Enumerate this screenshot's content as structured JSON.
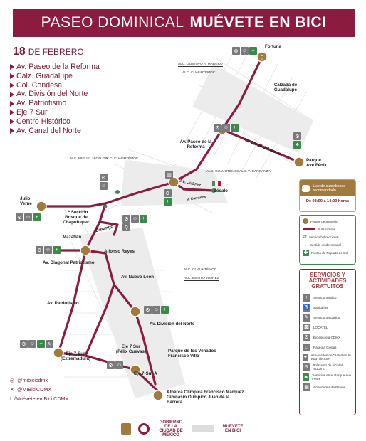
{
  "banner": {
    "title_left": "PASEO DOMINICAL",
    "title_right": "MUÉVETE EN BICI"
  },
  "date": {
    "day": "18",
    "month": "DE FEBRERO"
  },
  "routes": [
    "Av. Paseo de la Reforma",
    "Calz. Guadalupe",
    "Col. Condesa",
    "Av. División del Norte",
    "Av. Patriotismo",
    "Eje 7 Sur",
    "Centro Histórico",
    "Av. Canal del Norte"
  ],
  "map_labels": {
    "fortuna": "Fortuna",
    "calzada": "Calzada de Guadalupe",
    "reforma": "Av. Paseo de la Reforma",
    "canal": "Av. Canal del Norte",
    "parque_fenix": "Parque Ave Fénix",
    "juarez": "Av. Juárez",
    "zocalo": "Zócalo",
    "carranza": "V. Carranza",
    "julio_verne": "Julio Verne",
    "chapultepec": "1.ª Sección Bosque de Chapultepec",
    "durango": "Durango",
    "mazatlan": "Mazatlán",
    "alfonso": "Alfonso Reyes",
    "diagonal": "Av. Diagonal Patriotismo",
    "nuevo_leon": "Av. Nuevo León",
    "patriotismo": "Av. Patriotismo",
    "division": "Av. División del Norte",
    "eje7": "Eje 7 Sur (Félix Cuevas)",
    "eje7_ext": "Eje 7-Sur (Extremadura)",
    "venados": "Parque de los Venados Francisco Villa",
    "eje7_a": "Eje 7-Sur A",
    "alberca": "Alberca Olímpica Francisco Márquez Gimnasio Olímpico Juan de la Barrera"
  },
  "alcaldias": {
    "madero": "ALC. GUSTAVO A. MADERO",
    "cuauh1": "ALC. CUAUHTÉMOC",
    "hidalgo": "ALC. MIGUEL HIDALGO",
    "cuauh2": "ALC. CUAUHTÉMOC",
    "cuauh3": "ALC. CUAUHTÉMOC",
    "vcarranza": "ALC. V. CARRANZA",
    "cuauh4": "ALC. CUAUHTÉMOC",
    "benito": "ALC. BENITO JUÁREZ"
  },
  "mask": {
    "text": "Uso de cubrebocas recomendado",
    "hours": "De 08:00 a 14:00 horas"
  },
  "legend1": [
    "Puntos de atención",
    "Ruta ciclista",
    "Sentido bidireccional",
    "Sentido unidireccional",
    "Puntos de Reparto de Gel"
  ],
  "services": {
    "title": "SERVICIOS Y ACTIVIDADES GRATUITOS",
    "items": [
      "Servicio médico",
      "Sanitarios",
      "Servicio mecánico",
      "LOCATEL",
      "Biciescuela CDMX",
      "Paseo a Ciegas",
      "Actividades de \"Salud en tu vida\" de SSP",
      "Préstamo de bici del INJUVE",
      "Servicios en el Parque Ave Fénix",
      "Actividades de Pilares"
    ]
  },
  "social": {
    "instagram": "@mibicicdmx",
    "x": "@MIBiciCDMX",
    "facebook": "/Muévete en Bici CDMX"
  },
  "footer": {
    "gob": "GOBIERNO DE LA CIUDAD DE MÉXICO",
    "brand": "MUÉVETE EN BICI"
  },
  "colors": {
    "route": "#8b1b3f",
    "accent": "#a37a3e",
    "green": "#3c8a4a"
  }
}
